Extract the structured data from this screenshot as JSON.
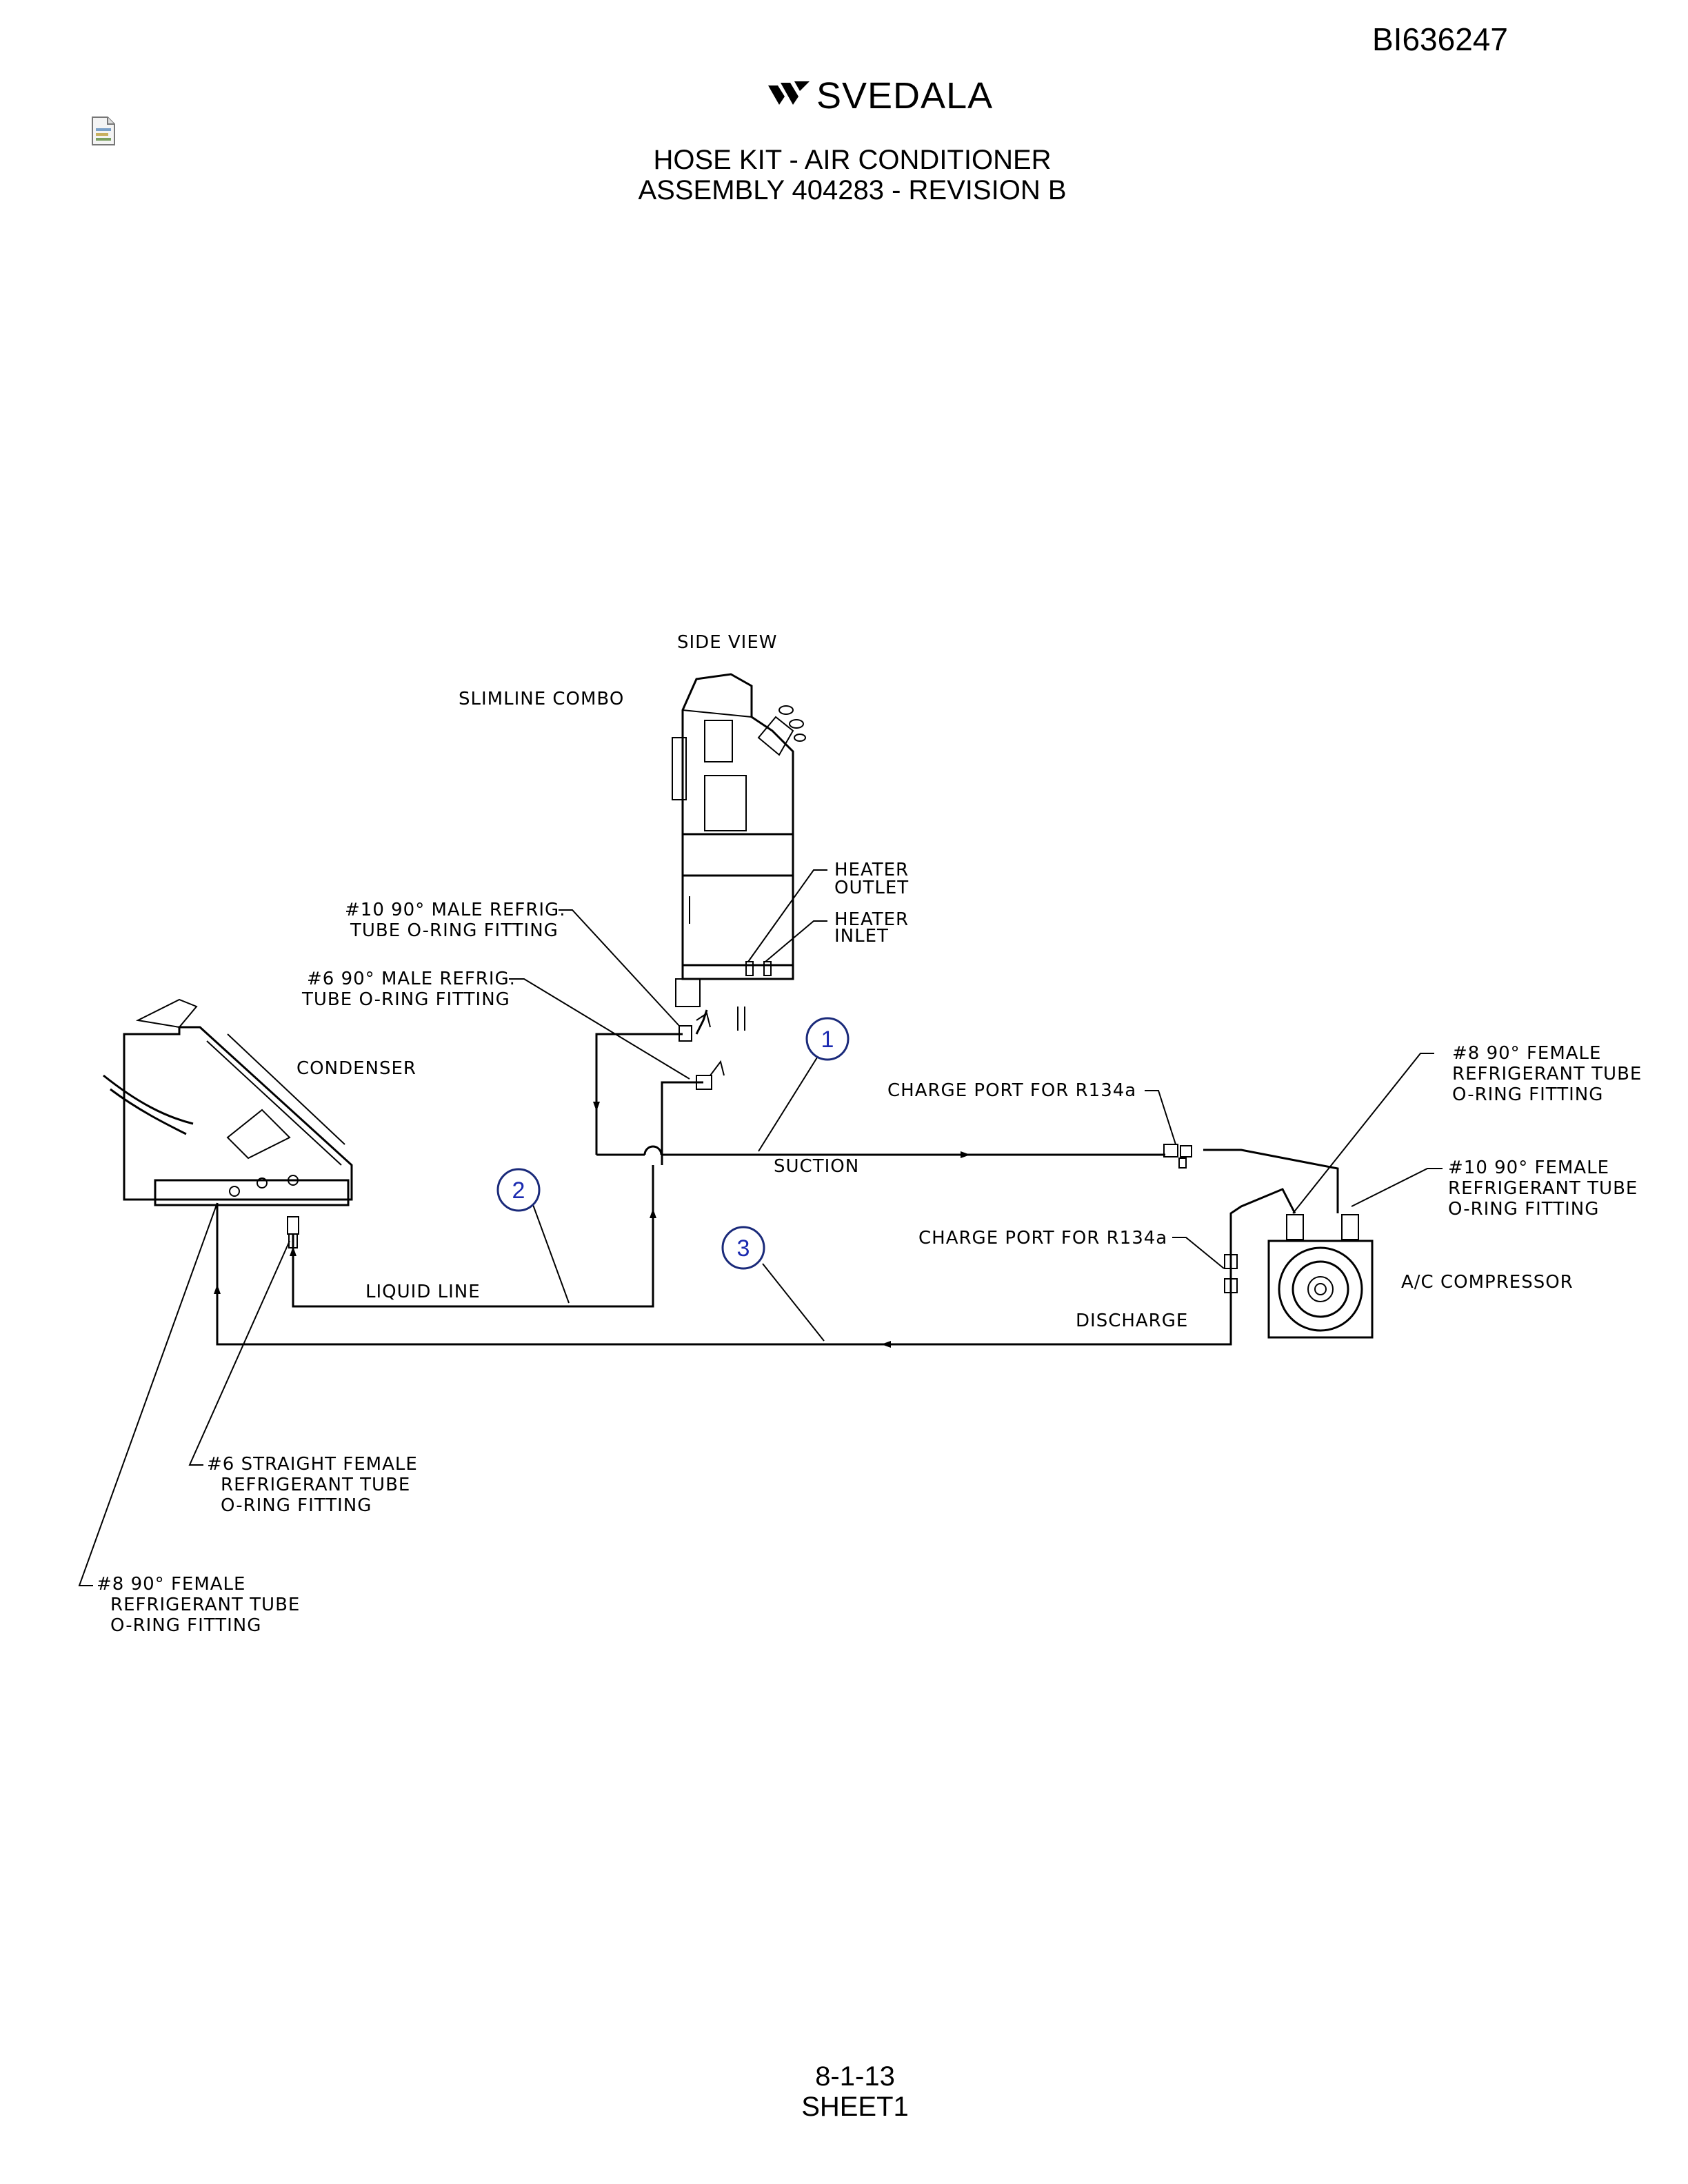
{
  "header": {
    "doc_id": "BI636247",
    "brand": "SVEDALA",
    "title_line1": "HOSE KIT - AIR CONDITIONER",
    "title_line2": "ASSEMBLY 404283 - REVISION B"
  },
  "diagram": {
    "labels": {
      "side_view": "SIDE VIEW",
      "slimline_combo": "SLIMLINE COMBO",
      "heater_outlet_1": "HEATER",
      "heater_outlet_2": "OUTLET",
      "heater_inlet_1": "HEATER",
      "heater_inlet_2": "INLET",
      "male10_1": "#10 90° MALE REFRIG.",
      "male10_2": "TUBE O-RING FITTING",
      "male6_1": "#6 90° MALE REFRIG.",
      "male6_2": "TUBE O-RING FITTING",
      "condenser": "CONDENSER",
      "charge_port_1": "CHARGE PORT FOR R134a",
      "charge_port_2": "CHARGE PORT FOR R134a",
      "suction": "SUCTION",
      "liquid_line": "LIQUID LINE",
      "discharge": "DISCHARGE",
      "ac_compressor": "A/C COMPRESSOR",
      "female8_top_1": "#8 90° FEMALE",
      "female8_top_2": "REFRIGERANT TUBE",
      "female8_top_3": "O-RING FITTING",
      "female10_1": "#10 90° FEMALE",
      "female10_2": "REFRIGERANT TUBE",
      "female10_3": "O-RING FITTING",
      "female6_straight_1": "#6 STRAIGHT FEMALE",
      "female6_straight_2": "REFRIGERANT TUBE",
      "female6_straight_3": "O-RING FITTING",
      "female8_bottom_1": "#8 90° FEMALE",
      "female8_bottom_2": "REFRIGERANT TUBE",
      "female8_bottom_3": "O-RING FITTING"
    },
    "callouts": [
      "1",
      "2",
      "3"
    ]
  },
  "footer": {
    "page": "8-1-13",
    "sheet": "SHEET1"
  },
  "colors": {
    "callout_number": "#1a2ab0",
    "line": "#000000"
  }
}
